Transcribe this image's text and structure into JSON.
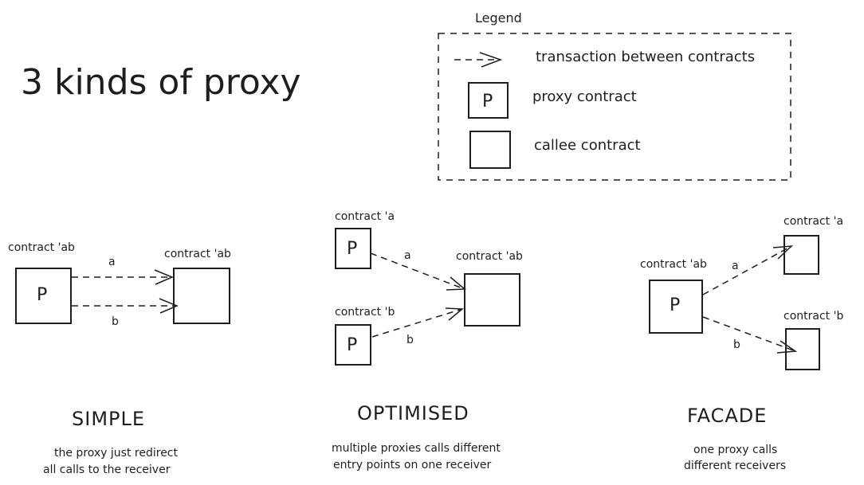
{
  "title": "3 kinds of proxy",
  "legend": {
    "title": "Legend",
    "transaction_label": "transaction between contracts",
    "proxy_label": "proxy contract",
    "proxy_box_letter": "P",
    "callee_label": "callee contract"
  },
  "simple": {
    "proxy_name": "contract 'ab",
    "proxy_letter": "P",
    "callee_name": "contract 'ab",
    "edge_a": "a",
    "edge_b": "b",
    "heading": "SIMPLE",
    "desc_line1": "the proxy just redirect",
    "desc_line2": "all calls to the receiver"
  },
  "optimised": {
    "proxy_a_name": "contract 'a",
    "proxy_b_name": "contract 'b",
    "proxy_letter": "P",
    "callee_name": "contract 'ab",
    "edge_a": "a",
    "edge_b": "b",
    "heading": "OPTIMISED",
    "desc_line1": "multiple proxies calls different",
    "desc_line2": "entry points on one receiver"
  },
  "facade": {
    "proxy_name": "contract 'ab",
    "proxy_letter": "P",
    "callee_a_name": "contract 'a",
    "callee_b_name": "contract 'b",
    "edge_a": "a",
    "edge_b": "b",
    "heading": "FACADE",
    "desc_line1": "one proxy calls",
    "desc_line2": "different receivers"
  }
}
